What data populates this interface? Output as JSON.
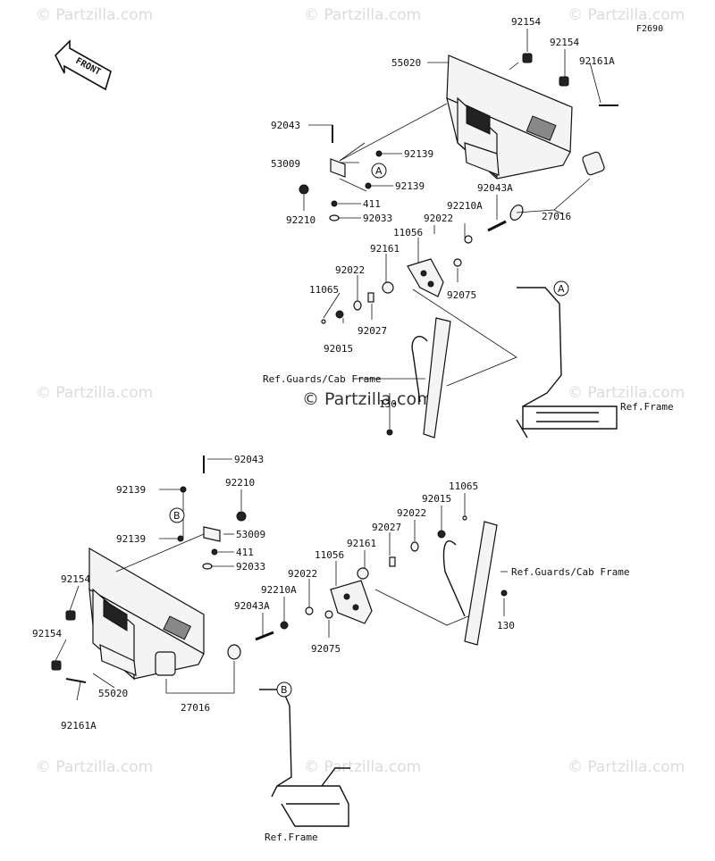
{
  "figure_code": "F2690",
  "front_label": "FRONT",
  "watermark": "© Partzilla.com",
  "watermark_center": "© Partzilla.com",
  "callouts": {
    "a": "A",
    "b": "B"
  },
  "upper": {
    "labels": {
      "p92154a": "92154",
      "p92154b": "92154",
      "p92161A": "92161A",
      "p55020": "55020",
      "p92043": "92043",
      "p92139a": "92139",
      "p53009": "53009",
      "p92139b": "92139",
      "p411": "411",
      "p92210": "92210",
      "p92033": "92033",
      "p92043A": "92043A",
      "p92210A": "92210A",
      "p92022a": "92022",
      "p11056": "11056",
      "p92161": "92161",
      "p27016": "27016",
      "p92022b": "92022",
      "p92075": "92075",
      "p11065": "11065",
      "p92027": "92027",
      "p92015": "92015",
      "p130": "130"
    },
    "refs": {
      "guards": "Ref.Guards/Cab Frame",
      "frame": "Ref.Frame"
    }
  },
  "lower": {
    "labels": {
      "p92043": "92043",
      "p92139a": "92139",
      "p92210": "92210",
      "p53009": "53009",
      "p92139b": "92139",
      "p411": "411",
      "p92033": "92033",
      "p11065": "11065",
      "p92015": "92015",
      "p92022a": "92022",
      "p92027": "92027",
      "p92161": "92161",
      "p11056": "11056",
      "p92022b": "92022",
      "p92210A": "92210A",
      "p92043A": "92043A",
      "p92154a": "92154",
      "p92154b": "92154",
      "p55020": "55020",
      "p92075": "92075",
      "p27016": "27016",
      "p92161A": "92161A",
      "p130": "130"
    },
    "refs": {
      "guards": "Ref.Guards/Cab Frame",
      "frame": "Ref.Frame"
    }
  }
}
